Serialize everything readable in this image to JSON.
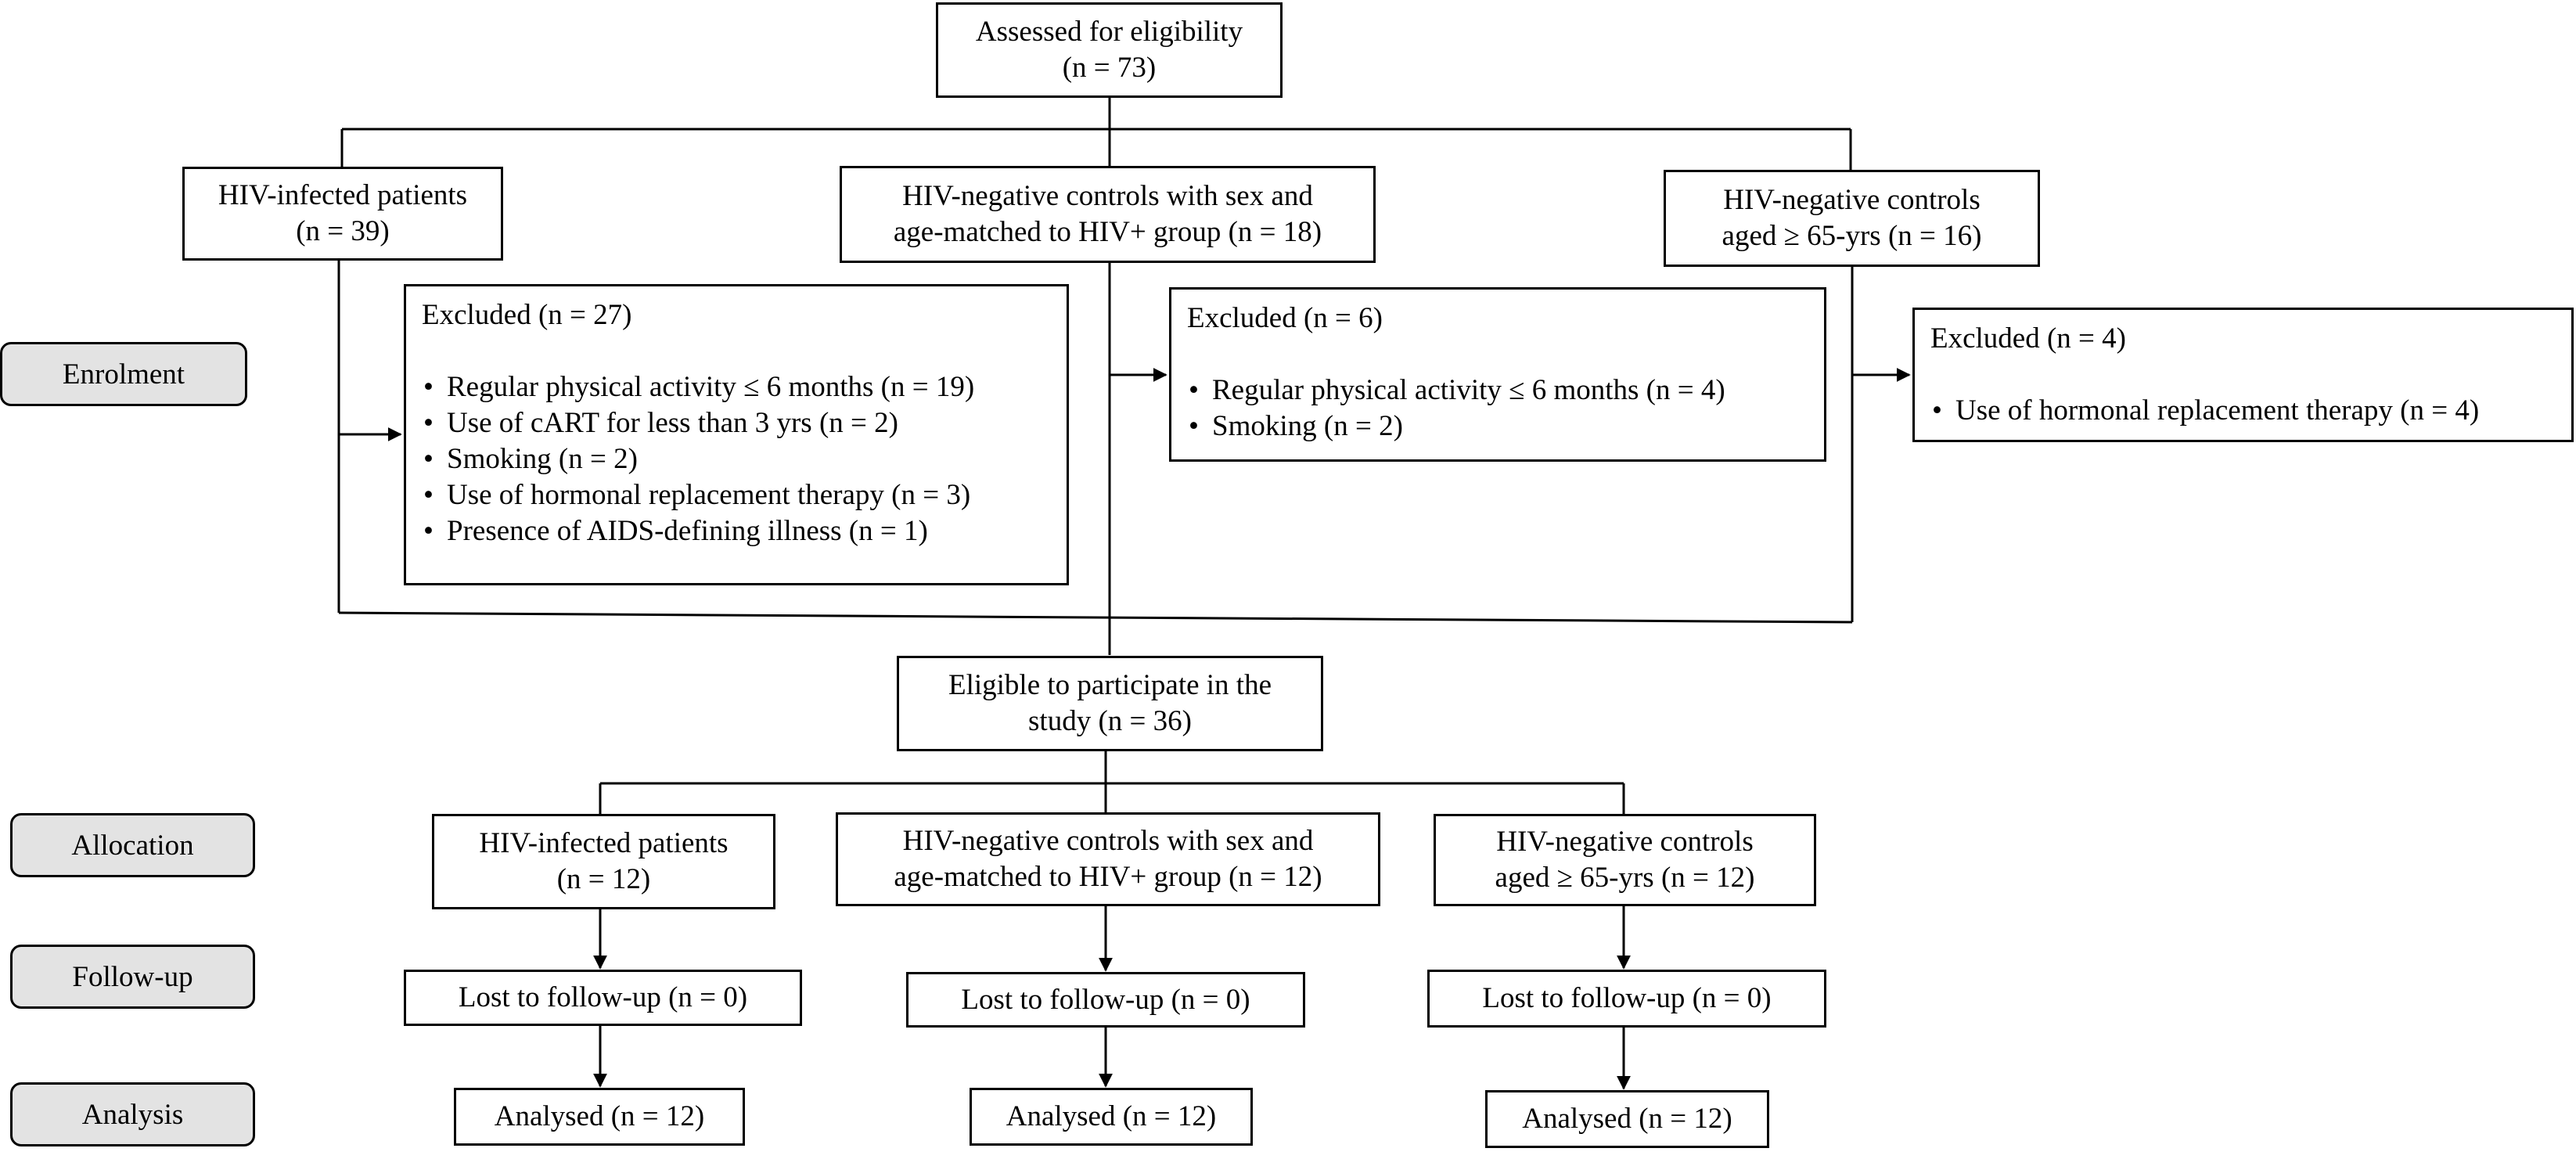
{
  "stages": {
    "enrolment": "Enrolment",
    "allocation": "Allocation",
    "follow_up": "Follow-up",
    "analysis": "Analysis"
  },
  "assessed": {
    "line1": "Assessed for eligibility",
    "line2": "(n = 73)"
  },
  "groups_initial": {
    "hiv_infected": {
      "line1": "HIV-infected patients",
      "line2": "(n = 39)"
    },
    "hiv_neg_matched": {
      "line1": "HIV-negative controls with sex and",
      "line2": "age-matched to HIV+ group (n = 18)"
    },
    "hiv_neg_65": {
      "line1": "HIV-negative controls",
      "line2": "aged ≥ 65-yrs (n = 16)"
    }
  },
  "excluded": {
    "hiv_infected": {
      "title": "Excluded (n = 27)",
      "items": [
        "Regular physical activity ≤ 6 months (n = 19)",
        "Use of cART for less than 3 yrs (n = 2)",
        "Smoking (n = 2)",
        "Use of hormonal replacement therapy (n = 3)",
        "Presence of AIDS-defining illness (n = 1)"
      ]
    },
    "hiv_neg_matched": {
      "title": "Excluded (n = 6)",
      "items": [
        "Regular physical activity ≤ 6 months (n = 4)",
        "Smoking (n = 2)"
      ]
    },
    "hiv_neg_65": {
      "title": "Excluded (n = 4)",
      "items": [
        "Use of hormonal replacement therapy (n = 4)"
      ]
    }
  },
  "eligible": {
    "line1": "Eligible to participate in the",
    "line2": "study (n = 36)"
  },
  "allocation": {
    "hiv_infected": {
      "line1": "HIV-infected patients",
      "line2": "(n = 12)"
    },
    "hiv_neg_matched": {
      "line1": "HIV-negative controls with sex and",
      "line2": "age-matched to HIV+ group (n = 12)"
    },
    "hiv_neg_65": {
      "line1": "HIV-negative controls",
      "line2": "aged ≥ 65-yrs (n = 12)"
    }
  },
  "follow_up": {
    "hiv_infected": "Lost to follow-up (n = 0)",
    "hiv_neg_matched": "Lost to follow-up (n = 0)",
    "hiv_neg_65": "Lost to follow-up (n = 0)"
  },
  "analysis": {
    "hiv_infected": "Analysed (n = 12)",
    "hiv_neg_matched": "Analysed (n = 12)",
    "hiv_neg_65": "Analysed (n = 12)"
  }
}
